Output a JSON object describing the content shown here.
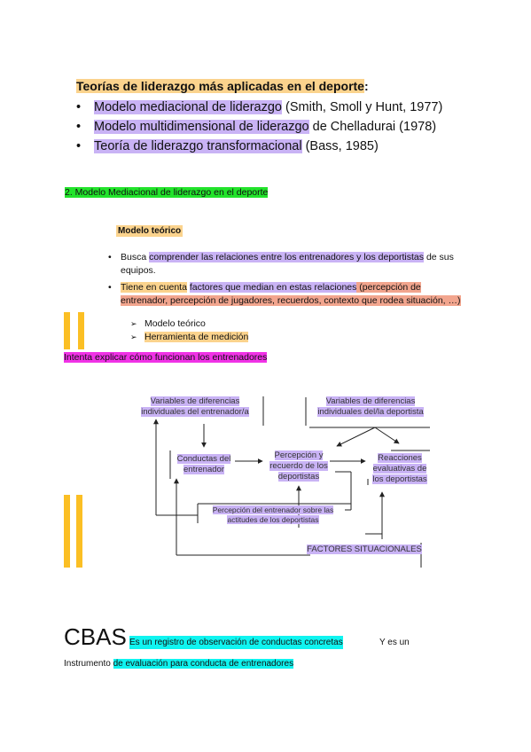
{
  "theories": {
    "title": "Teorías de liderazgo más aplicadas en el deporte",
    "title_suffix": ":",
    "items": [
      {
        "bullet": "•",
        "highlight": "Modelo mediacional de liderazgo",
        "rest": " (Smith, Smoll y Hunt, 1977)"
      },
      {
        "bullet": "•",
        "highlight": "Modelo multidimensional de liderazgo",
        "rest": " de Chelladurai (1978)"
      },
      {
        "bullet": "•",
        "highlight": "Teoría de liderazgo transformacional",
        "rest": " (Bass, 1985)"
      }
    ]
  },
  "section2": {
    "heading": "2. Modelo Mediacional de liderazgo en el deporte",
    "subtitle": "Modelo teórico",
    "bullets": [
      {
        "bullet": "•",
        "pre": "Busca ",
        "highlight": "comprender las relaciones entre los entrenadores y los deportistas",
        "post": " de sus equipos."
      },
      {
        "bullet": "•",
        "hl_orange": "Tiene en cuenta",
        "space": " ",
        "hl_purple": "factores que median en estas relaciones",
        "hl_salmon": " (percepción de entrenador, percepción de jugadores, recuerdos, contexto que rodea situación, …)"
      }
    ],
    "sub_items": [
      {
        "arrow": "➢",
        "text": "Modelo teórico"
      },
      {
        "arrow": "➢",
        "text": "Herramienta de medición"
      }
    ],
    "explain": "Intenta explicar cómo funcionan los entrenadores"
  },
  "diagram": {
    "var_coach": "Variables de diferencias individuales del entrenador/a",
    "var_athlete": "Variables de diferencias individuales del/la deportista",
    "coach_behavior": "Conductas del entrenador",
    "perception": "Percepción y recuerdo de los deportistas",
    "reactions": "Reacciones evaluativas de los deportistas",
    "coach_perception": "Percepción del entrenador sobre las actitudes de los deportistas",
    "situational": "FACTORES SITUACIONALES"
  },
  "cbas": {
    "title": "CBAS",
    "desc1": "Es un registro de observación de conductas concretas",
    "y": "Y es un",
    "line2_pre": "Instrumento ",
    "line2_hl": "de evaluación para conducta de entrenadores"
  },
  "colors": {
    "orange": "#fbd38d",
    "purple": "#c9b3f5",
    "salmon": "#f2a58e",
    "green": "#22e32b",
    "magenta": "#f032e6",
    "cyan": "#10f4f0",
    "accent_bar": "#fbbf24"
  }
}
